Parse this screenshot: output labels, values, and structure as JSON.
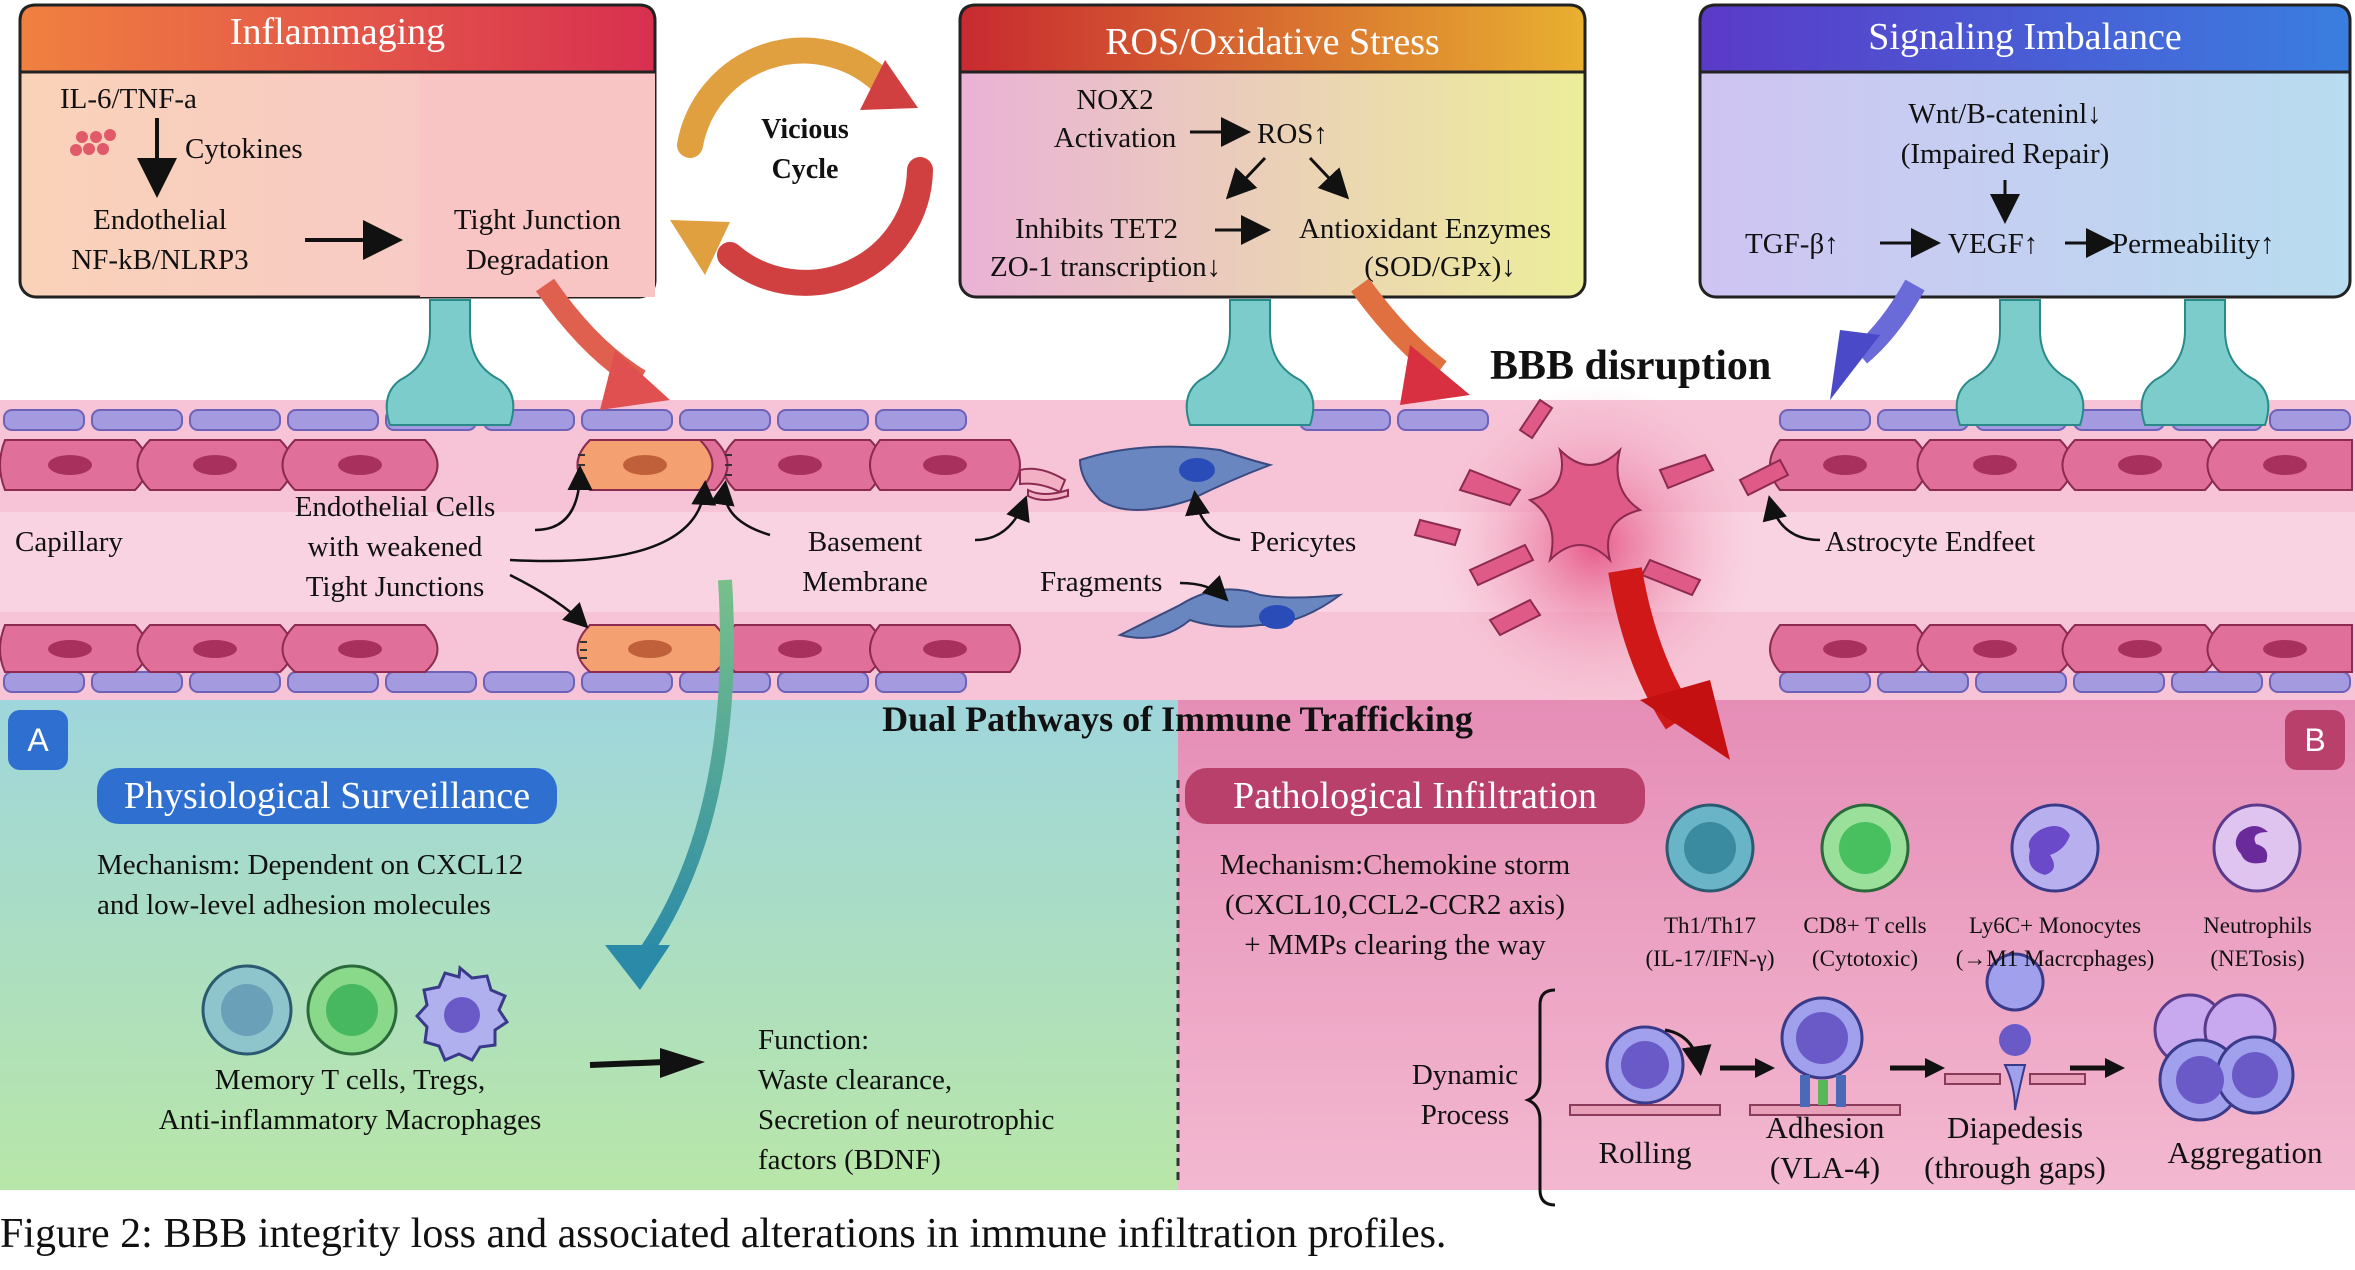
{
  "colors": {
    "inflammaging": "#e04848",
    "ros": "#d85a3a",
    "signaling": "#5a5ad0",
    "surveillance_pill": "#2f6fd0",
    "infiltration_pill": "#b8406a",
    "panel_a": "#a8dcd4",
    "panel_b": "#ec9cc0",
    "vessel": "#f2b9cf",
    "endothelial": "#e46a93"
  },
  "boxes": {
    "inflammaging": {
      "title": "Inflammaging",
      "il6": "IL-6/TNF-a",
      "cytokines": "Cytokines",
      "endothelial_line1": "Endothelial",
      "endothelial_line2": "NF-kB/NLRP3",
      "tight_line1": "Tight Junction",
      "tight_line2": "Degradation"
    },
    "ros": {
      "title": "ROS/Oxidative Stress",
      "nox2_line1": "NOX2",
      "nox2_line2": "Activation",
      "ros": "ROS↑",
      "inhibits": "Inhibits TET2",
      "zo1": "ZO-1 transcription↓",
      "antiox": "Antioxidant Enzymes",
      "sod": "(SOD/GPx)↓"
    },
    "signaling": {
      "title": "Signaling Imbalance",
      "wnt": "Wnt/B-cateninl↓",
      "impaired": "(Impaired Repair)",
      "tgf": "TGF-β↑",
      "vegf": "VEGF↑",
      "permeability": "Permeability↑"
    }
  },
  "cycle": {
    "line1": "Vicious",
    "line2": "Cycle"
  },
  "vessel_labels": {
    "bbb": "BBB disruption",
    "capillary": "Capillary",
    "endo_line1": "Endothelial Cells",
    "endo_line2": "with weakened",
    "endo_line3": "Tight Junctions",
    "basement_line1": "Basement",
    "basement_line2": "Membrane",
    "pericytes": "Pericytes",
    "fragments": "Fragments",
    "astrocyte": "Astrocyte Endfeet"
  },
  "dual_title": "Dual Pathways of Immune Trafficking",
  "panel_a": {
    "badge": "A",
    "pill": "Physiological Surveillance",
    "mech_line1": "Mechanism: Dependent on CXCL12",
    "mech_line2": "and low-level adhesion molecules",
    "cells_line1": "Memory T cells, Tregs,",
    "cells_line2": "Anti-inflammatory Macrophages",
    "func_line1": "Function:",
    "func_line2": "Waste clearance,",
    "func_line3": "Secretion of neurotrophic",
    "func_line4": "factors (BDNF)"
  },
  "panel_b": {
    "badge": "B",
    "pill": "Pathological Infiltration",
    "mech_line1": "Mechanism:Chemokine storm",
    "mech_line2": "(CXCL10,CCL2-CCR2 axis)",
    "mech_line3": "+ MMPs clearing the way",
    "cells": [
      {
        "name": "Th1/Th17",
        "sub": "(IL-17/IFN-γ)"
      },
      {
        "name": "CD8+ T cells",
        "sub": "(Cytotoxic)"
      },
      {
        "name": "Ly6C+ Monocytes",
        "sub": "(→M1 Macrcphages)"
      },
      {
        "name": "Neutrophils",
        "sub": "(NETosis)"
      }
    ],
    "dynamic_line1": "Dynamic",
    "dynamic_line2": "Process",
    "steps": [
      "Rolling",
      "Adhesion",
      "(VLA-4)",
      "Diapedesis",
      "(through gaps)",
      "Aggregation"
    ]
  },
  "caption": "Figure 2: BBB integrity loss and associated alterations in immune infiltration profiles."
}
